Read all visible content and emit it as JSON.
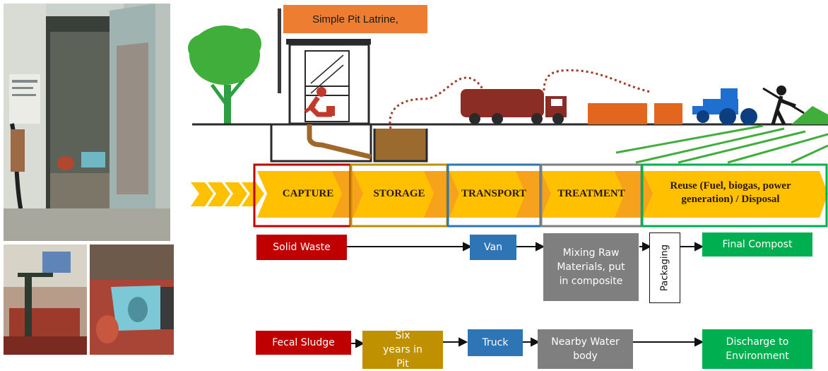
{
  "title": "Simple Pit Latrine,",
  "stages": [
    "CAPTURE",
    "STORAGE",
    "TRANSPORT",
    "TREATMENT",
    "Reuse (Fuel, biogas, power generation) / Disposal"
  ],
  "solid_flow": {
    "start": "Solid Waste",
    "transport": "Van",
    "treatment": "Mixing Raw Materials, put in composite",
    "packaging": "Packaging",
    "end": "Final Compost"
  },
  "sludge_flow": {
    "start": "Fecal Sludge",
    "storage": "Six years in Pit",
    "transport": "Truck",
    "treatment": "Nearby Water body",
    "end": "Discharge to Environment"
  },
  "colors": {
    "orange": "#ed7d31",
    "red": "#c00000",
    "gold": "#bf9000",
    "blue": "#2e75b6",
    "gray": "#7f7f7f",
    "green": "#00b050",
    "chevron": "#ffc000"
  }
}
